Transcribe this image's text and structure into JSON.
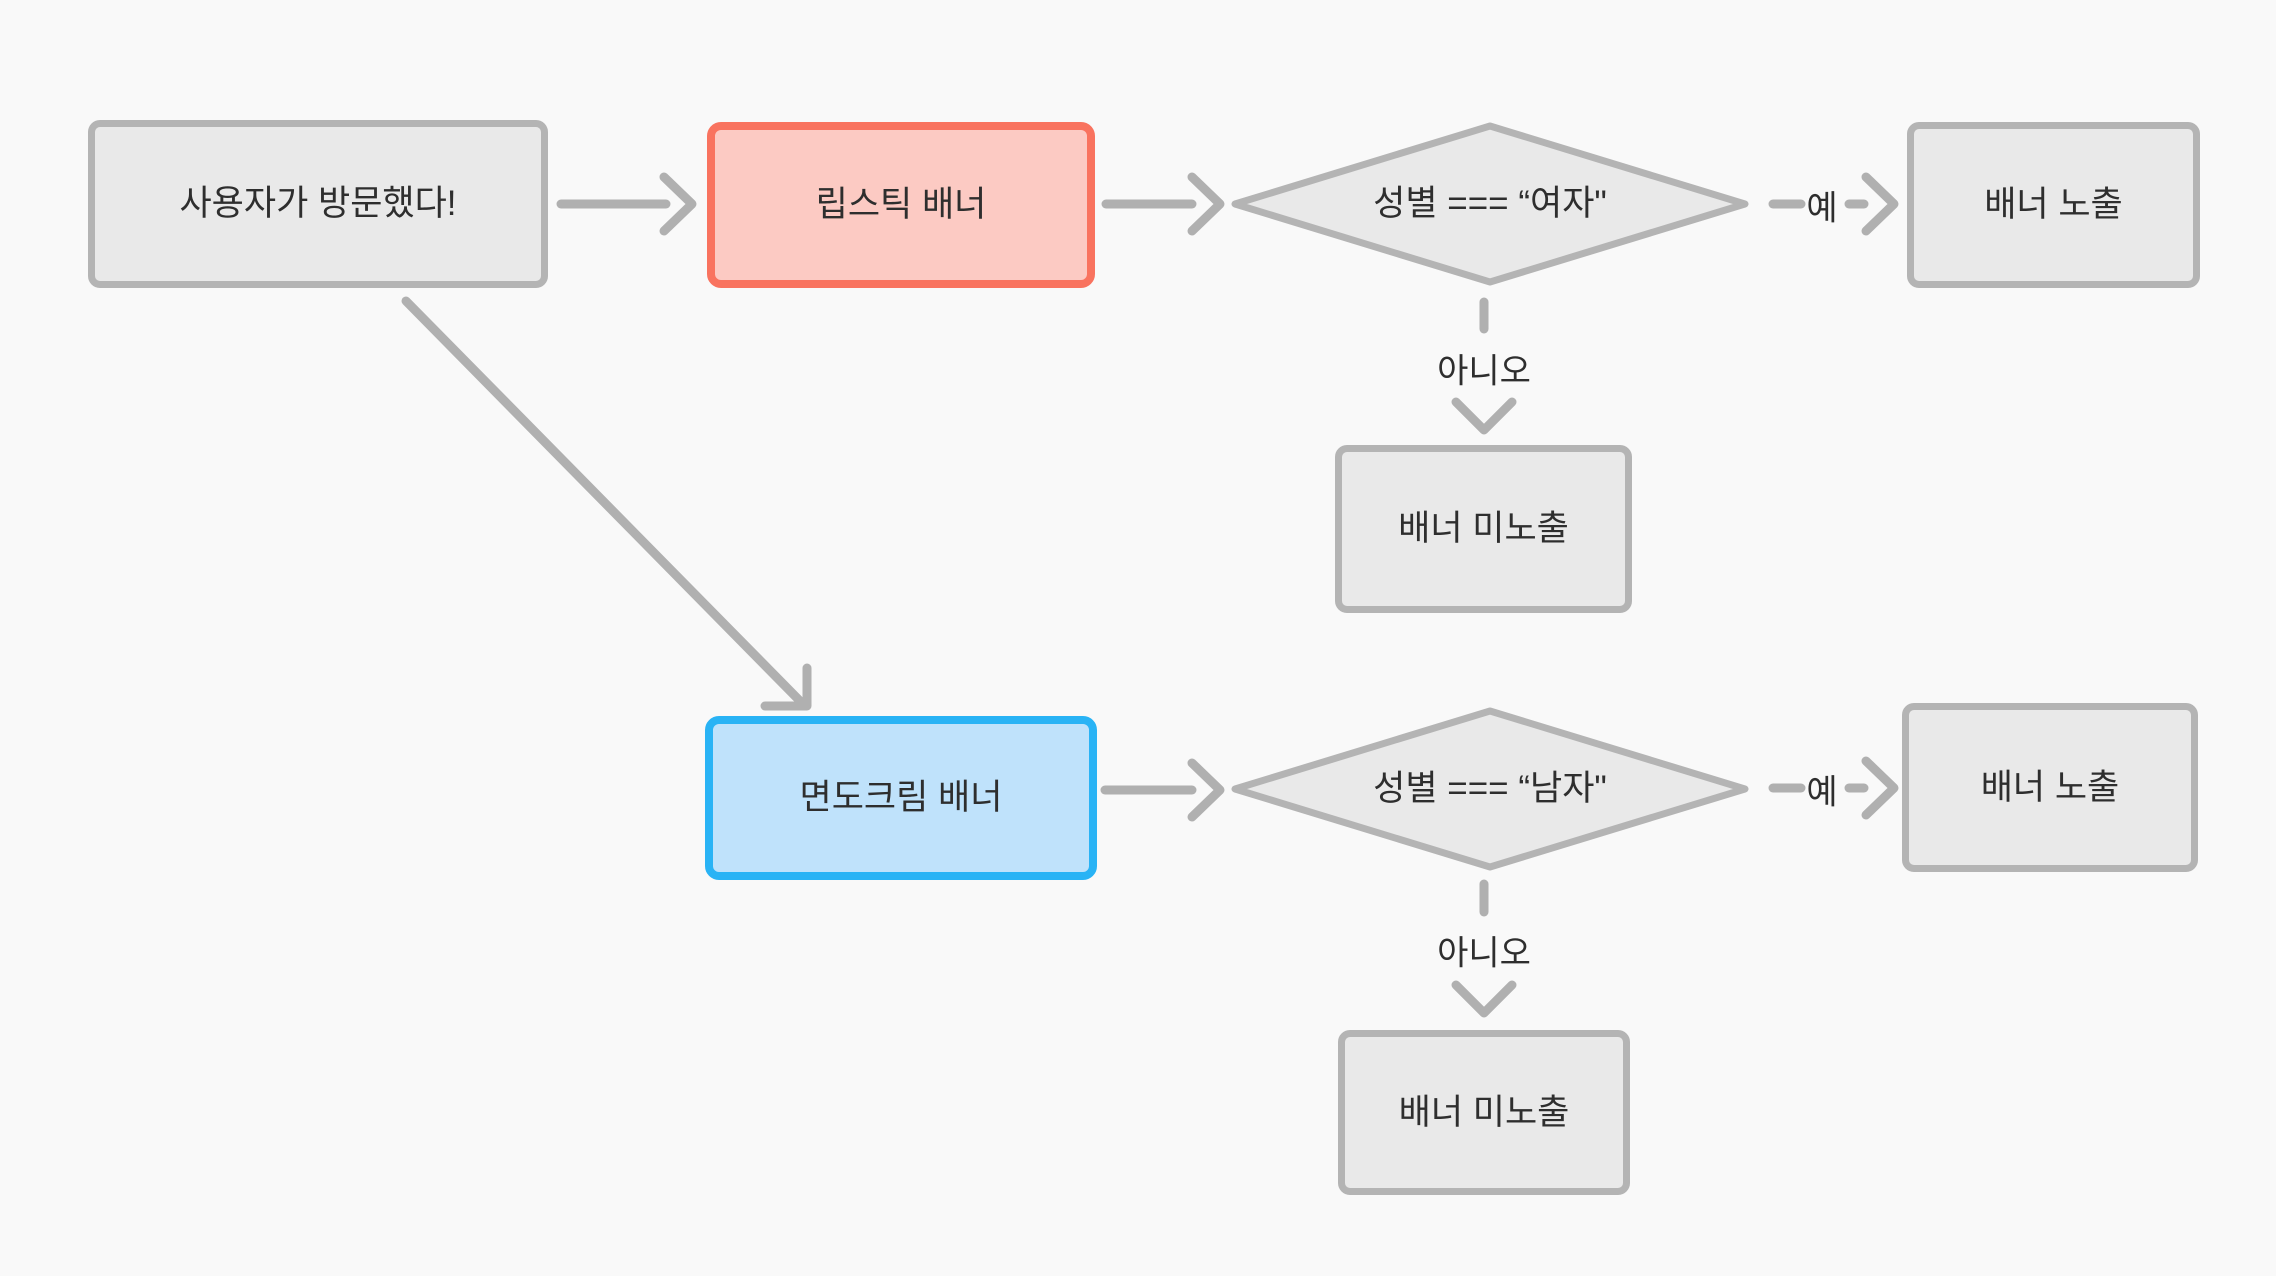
{
  "diagram": {
    "background": "#f9f9f9",
    "colors": {
      "node_fill": "#e9e9e9",
      "node_border": "#b4b4b4",
      "red_fill": "#fccac3",
      "red_border": "#f9735f",
      "blue_fill": "#bfe2fb",
      "blue_border": "#29b3f5",
      "arrow": "#b0b0b0",
      "text": "#2e2e2e"
    },
    "nodes": {
      "start": "사용자가 방문했다!",
      "lipstick_banner": "립스틱 배너",
      "female_condition": "성별 === “여자\"",
      "banner_shown_1": "배너 노출",
      "banner_hidden_1": "배너 미노출",
      "shaving_cream_banner": "면도크림 배너",
      "male_condition": "성별 === “남자\"",
      "banner_shown_2": "배너 노출",
      "banner_hidden_2": "배너 미노출"
    },
    "edge_labels": {
      "yes_1": "예",
      "no_1": "아니오",
      "yes_2": "예",
      "no_2": "아니오"
    }
  }
}
